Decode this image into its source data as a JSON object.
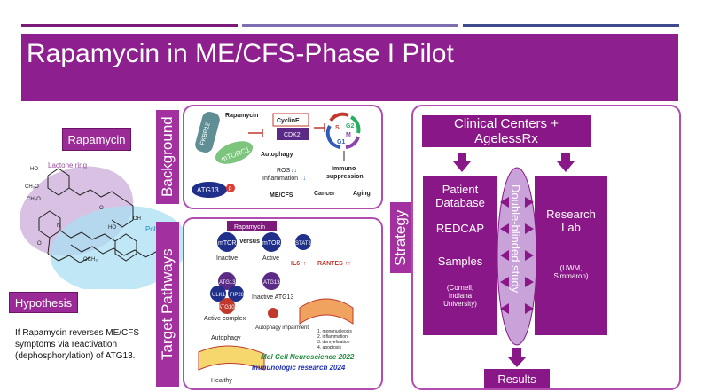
{
  "slide": {
    "title": "Rapamycin in ME/CFS-Phase I Pilot"
  },
  "left": {
    "rapamycin_label": "Rapamycin",
    "lactone_ring": "Lactone ring",
    "polyketide": "Polyketide",
    "hypothesis_label": "Hypothesis",
    "hypothesis_text": "If Rapamycin reverses ME/CFS symptoms via reactivation (dephosphorylation) of ATG13.",
    "struct_labels": [
      "HO",
      "CH₃O",
      "CH₃O",
      "OCH₃",
      "OH",
      "HO",
      "O",
      "N",
      "O"
    ]
  },
  "background": {
    "section_label": "Background",
    "fkbp12": "FKBP12",
    "rapamycin": "Rapamycin",
    "mtorc1": "mTORC1",
    "cycline": "CyclinE",
    "cdk2": "CDK2",
    "cycle_phases": [
      "S",
      "G2",
      "M",
      "G1"
    ],
    "autophagy": "Autophagy",
    "ros": "ROS",
    "inflammation": "Inflammation",
    "mecfs": "ME/CFS",
    "atg13": "ATG13",
    "p": "P",
    "immuno": "Immuno",
    "suppression": "suppression",
    "cancer": "Cancer",
    "aging": "Aging"
  },
  "target": {
    "section_label": "Target Pathways",
    "rapamycin": "Rapamycin",
    "mtor_left": "mTOR",
    "versus": "Versus",
    "mtor_right": "mTOR",
    "stat3": "STAT3",
    "inactive": "Inactive",
    "active": "Active",
    "il6": "IL6↑↑",
    "rantes": "RANTES ↑↑",
    "atg13_a": "ATG13",
    "ulk1": "ULK1",
    "fip20": "FIP20",
    "atg101": "ATG101",
    "active_complex": "Active complex",
    "atg13_b": "ATG13",
    "inactive_atg13": "Inactive ATG13",
    "autophagy": "Autophagy",
    "autophagy_impairment": "Autophagy impairment",
    "healthy": "Healthy",
    "list": [
      "1. mononucleosis",
      "2. inflammation",
      "3. demyelination",
      "4. apoptosis"
    ],
    "ref1": "Mol Cell Neuroscience 2022",
    "ref2": "Immunologic research 2024"
  },
  "strategy": {
    "section_label": "Strategy",
    "centers": "Clinical Centers + AgelessRx",
    "patient_db": [
      "Patient",
      "Database"
    ],
    "redcap": "REDCAP",
    "samples": "Samples",
    "cornell": [
      "(Cornell,",
      "Indiana",
      "University)"
    ],
    "double_blinded": "Double-blinded study",
    "research_lab": [
      "Research",
      "Lab"
    ],
    "uwm": [
      "(UWM,",
      "Simmaron)"
    ],
    "results": "Results"
  },
  "colors": {
    "bar1": "#7b1a79",
    "bar2": "#7f6db2",
    "bar3": "#3e4a8c",
    "banner": "#8e1f8e",
    "box": "#8a1787"
  }
}
